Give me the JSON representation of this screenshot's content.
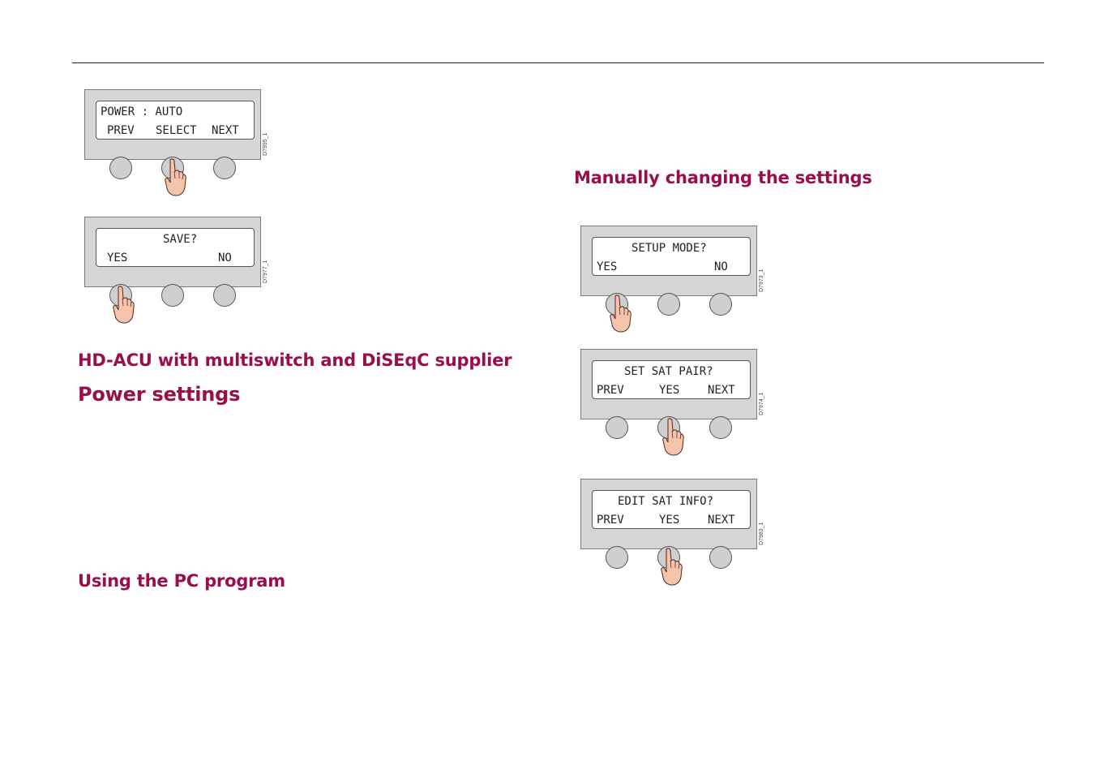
{
  "headings": {
    "manual": "Manually changing the settings",
    "hdacu": "HD-ACU with multiswitch and DiSEqC supplier",
    "power": "Power settings",
    "pc": "Using the PC program"
  },
  "panels": {
    "power_auto": {
      "line1": "POWER : AUTO",
      "left": "PREV",
      "mid": "SELECT",
      "right": "NEXT",
      "code": "D7995_1"
    },
    "save": {
      "line1": "SAVE?",
      "left": "YES",
      "right": "NO",
      "code": "D7977_1"
    },
    "setup_mode": {
      "line1": "SETUP MODE?",
      "left": "YES",
      "right": "NO",
      "code": "D7973_1"
    },
    "set_sat_pair": {
      "line1": "SET SAT PAIR?",
      "left": "PREV",
      "mid": "YES",
      "right": "NEXT",
      "code": "D7974_1"
    },
    "edit_sat_info": {
      "line1": "EDIT SAT INFO?",
      "left": "PREV",
      "mid": "YES",
      "right": "NEXT",
      "code": "D7983_1"
    }
  },
  "colors": {
    "heading": "#990f4b",
    "hand_fill": "#f6c4ad"
  }
}
